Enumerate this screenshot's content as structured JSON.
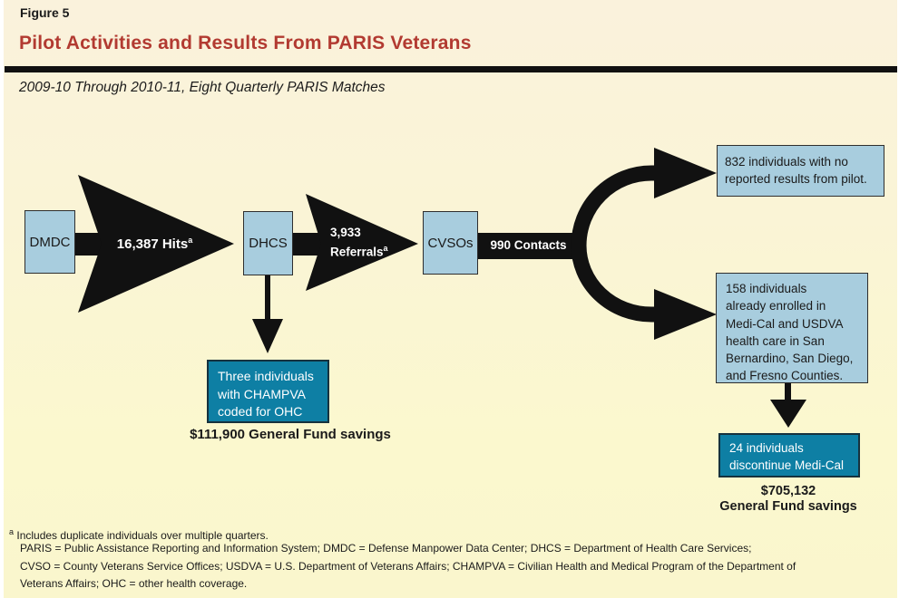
{
  "figure": {
    "label": "Figure 5",
    "title": "Pilot Activities and Results From PARIS Veterans",
    "subtitle": "2009-10 Through 2010-11, Eight Quarterly PARIS Matches"
  },
  "colors": {
    "background_cream_top": "#faf2dc",
    "background_cream_bottom": "#fbf8ce",
    "title_red": "#b23a31",
    "node_blue": "#a8cdde",
    "result_teal": "#0e7fa4",
    "arrow_black": "#111111"
  },
  "diagram": {
    "nodes": {
      "dmdc": "DMDC",
      "dhcs": "DHCS",
      "cvsos": "CVSOs"
    },
    "flows": {
      "hits_value": "16,387 Hits",
      "hits_sup": "a",
      "referrals_value": "3,933",
      "referrals_word": "Referrals",
      "referrals_sup": "a",
      "contacts": "990 Contacts"
    },
    "outcomes": {
      "no_results_lines": [
        "832 individuals with no",
        "reported results from pilot."
      ],
      "enrolled_lines": [
        "158 individuals",
        "already enrolled in",
        "Medi-Cal and USDVA",
        "health care in San",
        "Bernardino, San Diego,",
        "and Fresno Counties."
      ],
      "champva_lines": [
        "Three individuals",
        "with CHAMPVA",
        "coded for OHC"
      ],
      "champva_savings": "$111,900 General Fund savings",
      "discontinue_lines": [
        "24 individuals",
        "discontinue Medi-Cal"
      ],
      "discontinue_savings_lines": [
        "$705,132",
        "General Fund savings"
      ]
    }
  },
  "footnotes": {
    "marker": "a",
    "line1": "Includes duplicate individuals over multiple quarters.",
    "definition_lines": [
      "PARIS = Public Assistance Reporting and Information System; DMDC = Defense Manpower Data Center; DHCS = Department of Health Care Services;",
      "CVSO = County Veterans Service Offices; USDVA = U.S. Department of Veterans Affairs; CHAMPVA = Civilian Health and Medical Program of the Department of",
      "Veterans Affairs; OHC = other health coverage."
    ]
  }
}
